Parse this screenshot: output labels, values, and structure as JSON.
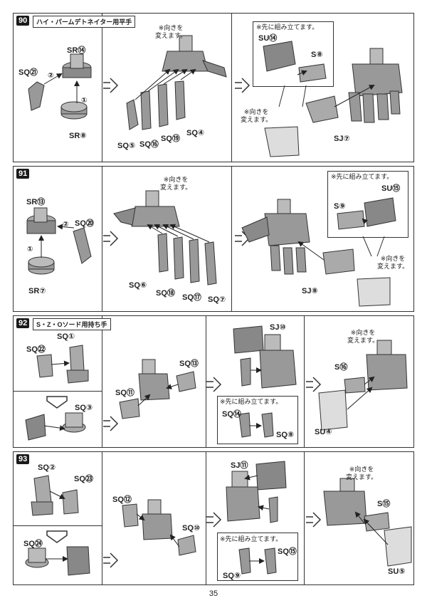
{
  "page_number": "35",
  "steps": [
    {
      "number": "90",
      "title": "ハイ・パームデトネイター用平手",
      "labels": [
        "SQ㉑",
        "SR⑭",
        "SR⑧",
        "SQ⑤",
        "SQ⑯",
        "SQ⑲",
        "SQ④",
        "SU⑭",
        "S⑧",
        "SJ⑦"
      ],
      "callouts": [
        "②",
        "①"
      ],
      "notes": [
        "※向きを\n変えます。",
        "※先に組み立てます。",
        "※向きを\n変えます。"
      ]
    },
    {
      "number": "91",
      "labels": [
        "SR⑬",
        "SQ⑳",
        "SR⑦",
        "SQ⑥",
        "SQ⑱",
        "SQ⑰",
        "SQ⑦",
        "SU⑮",
        "S⑨",
        "SJ⑧"
      ],
      "callouts": [
        "②",
        "①"
      ],
      "notes": [
        "※向きを\n変えます。",
        "※先に組み立てます。",
        "※向きを\n変えます。"
      ]
    },
    {
      "number": "92",
      "title": "S・Z・Oソード用持ち手",
      "labels": [
        "SQ①",
        "SQ㉒",
        "SQ③",
        "SQ⑪",
        "SQ⑬",
        "SJ⑩",
        "SQ⑭",
        "SQ⑧",
        "S⑯",
        "SU④"
      ],
      "notes": [
        "※先に組み立てます。",
        "※向きを\n変えます。"
      ]
    },
    {
      "number": "93",
      "labels": [
        "SQ②",
        "SQ㉓",
        "SQ㉔",
        "SQ⑫",
        "SQ⑩",
        "SJ⑪",
        "SQ⑨",
        "SQ⑮",
        "S⑮",
        "SU⑤"
      ],
      "notes": [
        "※先に組み立てます。",
        "※向きを\n変えます。"
      ]
    }
  ]
}
